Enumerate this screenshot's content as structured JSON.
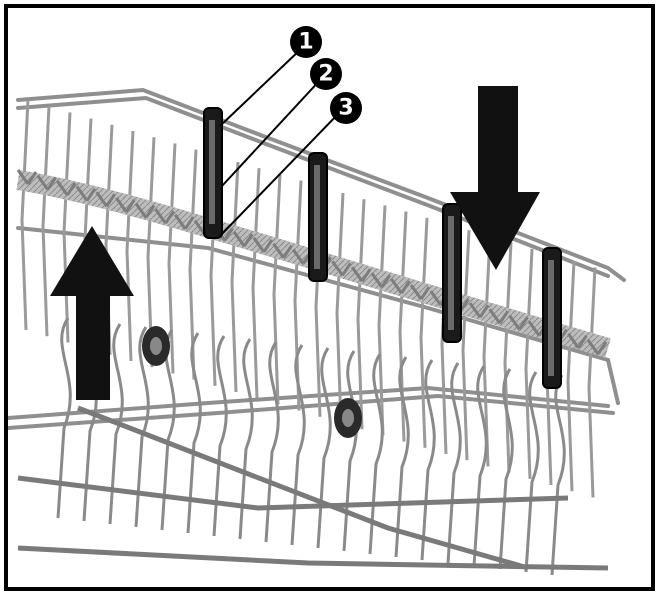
{
  "figure": {
    "callouts": [
      {
        "id": "clip-1",
        "label": "1"
      },
      {
        "id": "clip-2",
        "label": "2"
      },
      {
        "id": "clip-3",
        "label": "3"
      }
    ],
    "arrows": [
      {
        "id": "raise-arrow",
        "direction": "up"
      },
      {
        "id": "lower-arrow",
        "direction": "down"
      }
    ],
    "colors": {
      "wire": "#9a9a9a",
      "wire_dark": "#555555",
      "clip": "#1a1a1a",
      "arrow": "#111111",
      "background": "#ffffff"
    }
  }
}
